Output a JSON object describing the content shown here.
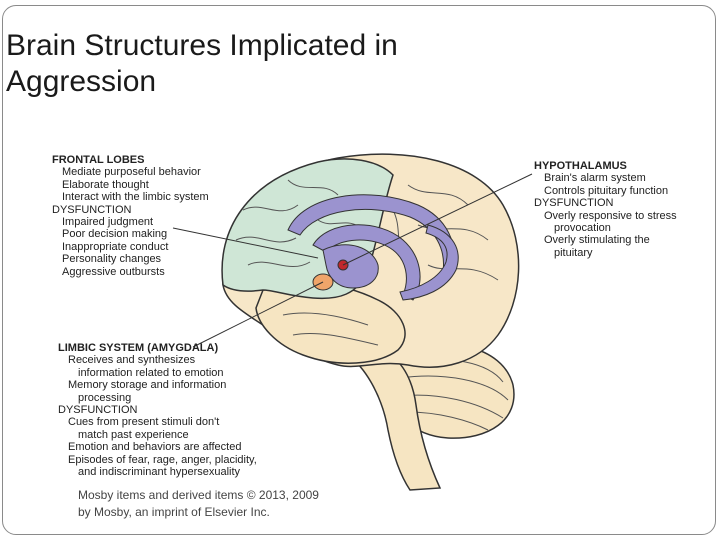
{
  "slide": {
    "title": "Brain Structures Implicated in\nAggression",
    "credit": "Mosby items and derived items © 2013, 2009\nby Mosby, an imprint of Elsevier Inc."
  },
  "diagram": {
    "frontal_lobes": {
      "heading": "FRONTAL LOBES",
      "functions": [
        "Mediate purposeful behavior",
        "Elaborate thought",
        "Interact with the limbic system"
      ],
      "dysfunction_heading": "DYSFUNCTION",
      "dysfunctions": [
        "Impaired judgment",
        "Poor decision making",
        "Inappropriate conduct",
        "Personality changes",
        "Aggressive outbursts"
      ]
    },
    "hypothalamus": {
      "heading": "HYPOTHALAMUS",
      "functions": [
        "Brain's alarm system",
        "Controls pituitary function"
      ],
      "dysfunction_heading": "DYSFUNCTION",
      "dysfunctions": [
        "Overly responsive to stress",
        "provocation",
        "Overly stimulating the",
        "pituitary"
      ]
    },
    "limbic_system": {
      "heading": "LIMBIC SYSTEM (AMYGDALA)",
      "functions": [
        "Receives and synthesizes",
        "information related to emotion",
        "Memory storage and information",
        "processing"
      ],
      "dysfunction_heading": "DYSFUNCTION",
      "dysfunctions": [
        "Cues from present stimuli don't",
        "match past experience",
        "Emotion and behaviors are affected",
        "Episodes of fear, rage, anger, placidity,",
        "and indiscriminant hypersexuality"
      ]
    },
    "colors": {
      "frontal_lobe": "#cfe6d6",
      "parietal_occipital": "#f7e7c8",
      "temporal_brainstem": "#f6e5c2",
      "limbic": "#9b93cf",
      "amygdala": "#f0a56a",
      "hypothalamus_dot": "#c0282d",
      "outline": "#333333"
    }
  }
}
